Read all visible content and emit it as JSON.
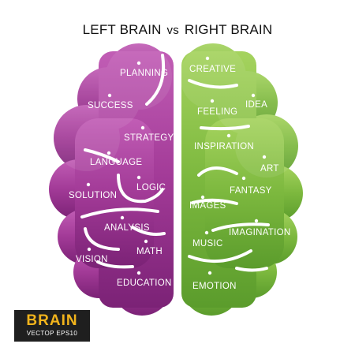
{
  "title": {
    "left": "LEFT BRAIN",
    "vs": "vs",
    "right": "RIGHT BRAIN"
  },
  "left_hemisphere": {
    "color": "#a23a97",
    "labels": [
      "PLANNING",
      "SUCCESS",
      "STRATEGY",
      "LANGUAGE",
      "LOGIC",
      "SOLUTION",
      "ANALYSIS",
      "MATH",
      "VISION",
      "EDUCATION"
    ]
  },
  "right_hemisphere": {
    "color": "#79b63a",
    "labels": [
      "CREATIVE",
      "FEELING",
      "IDEA",
      "INSPIRATION",
      "ART",
      "FANTASY",
      "IMAGES",
      "IMAGINATION",
      "MUSIC",
      "EMOTION"
    ]
  },
  "badge": {
    "title": "BRAIN",
    "subtitle": "VECTOP EPS10"
  }
}
